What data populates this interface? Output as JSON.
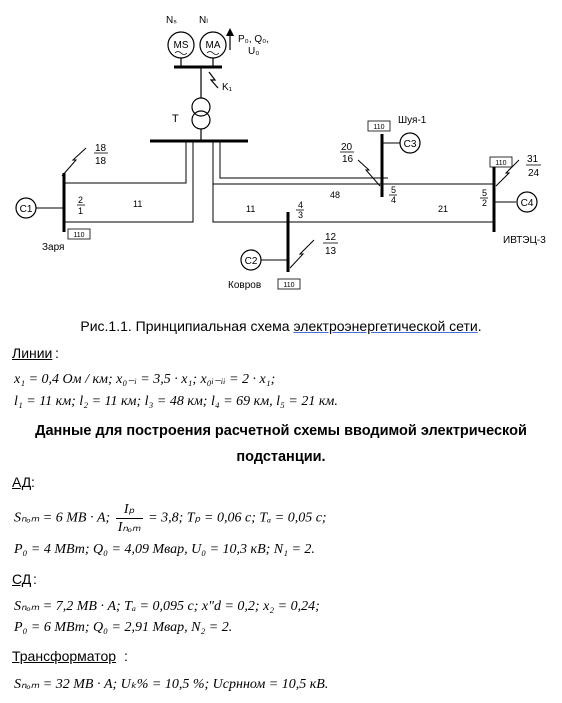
{
  "diagram": {
    "labels": {
      "ns": "Nₛ",
      "nd": "Nₗ",
      "ms": "MS",
      "ma": "MA",
      "p0_line1": "P₀, Q₀,",
      "p0_line2": "U₀",
      "k1": "K₁",
      "t": "T",
      "c1": "C1",
      "c2": "C2",
      "c3": "C3",
      "c4": "C4",
      "zarya": "Заря",
      "kovrov": "Ковров",
      "shuya": "Шуя-1",
      "ivtec": "ИВТЭЦ-3",
      "box110": "110",
      "n18a": "18",
      "n18b": "18",
      "n20": "20",
      "n16": "16",
      "n31": "31",
      "n24": "24",
      "n12": "12",
      "n13": "13",
      "f2": "2",
      "f1": "1",
      "f5a": "5",
      "f4a": "4",
      "f5b": "5",
      "f2b": "2",
      "f4b": "4",
      "f3": "3",
      "l11a": "11",
      "l11b": "11",
      "l48": "48",
      "l21": "21"
    }
  },
  "caption": {
    "prefix": "Рис.1.1. Принципиальная схема ",
    "link": "электроэнергетической  сети",
    "suffix": "."
  },
  "lines_header": "Линии",
  "lines_colon": ":",
  "formula1": "x₁ = 0,4 Ом / км;   x₀₋ᵢ = 3,5 · x₁;   x₀ᵢ₋ᵢᵢ = 2 · x₁;",
  "formula2": "l₁ = 11 км;  l₂ = 11 км;  l₃ = 48 км;  l₄ = 69 км,  l₅ = 21 км.",
  "bold_title_line1": "Данные для построения расчетной схемы вводимой электрической",
  "bold_title_line2": "подстанции.",
  "ad_header": "АД",
  "ad_colon": ":",
  "ad_f1_a": "Sₙₒₘ = 6 МВ · А;",
  "ad_f1_frac_num": "Iₚ",
  "ad_f1_frac_den": "Iₙₒₘ",
  "ad_f1_b": "= 3,8;  Tₚ = 0,06 с;  Tₐ = 0,05 с;",
  "ad_f2": "P₀ = 4 МВт;  Q₀ = 4,09 Мвар,  U₀ = 10,3 кВ;  N₁ = 2.",
  "sd_header": "СД",
  "sd_colon": ":",
  "sd_f1": "Sₙₒₘ = 7,2 МВ · А;  Tₐ = 0,095 с;  x\"d = 0,2;  x₂ = 0,24;",
  "sd_f2": "P₀ = 6 МВт;  Q₀ = 2,91 Мвар,  N₂ = 2.",
  "tr_header": "Трансформатор",
  "tr_colon": ":",
  "tr_f1": "Sₙₒₘ = 32 МВ · А;   Uₖ% = 10,5 %;  Uсрнном = 10,5 кВ."
}
